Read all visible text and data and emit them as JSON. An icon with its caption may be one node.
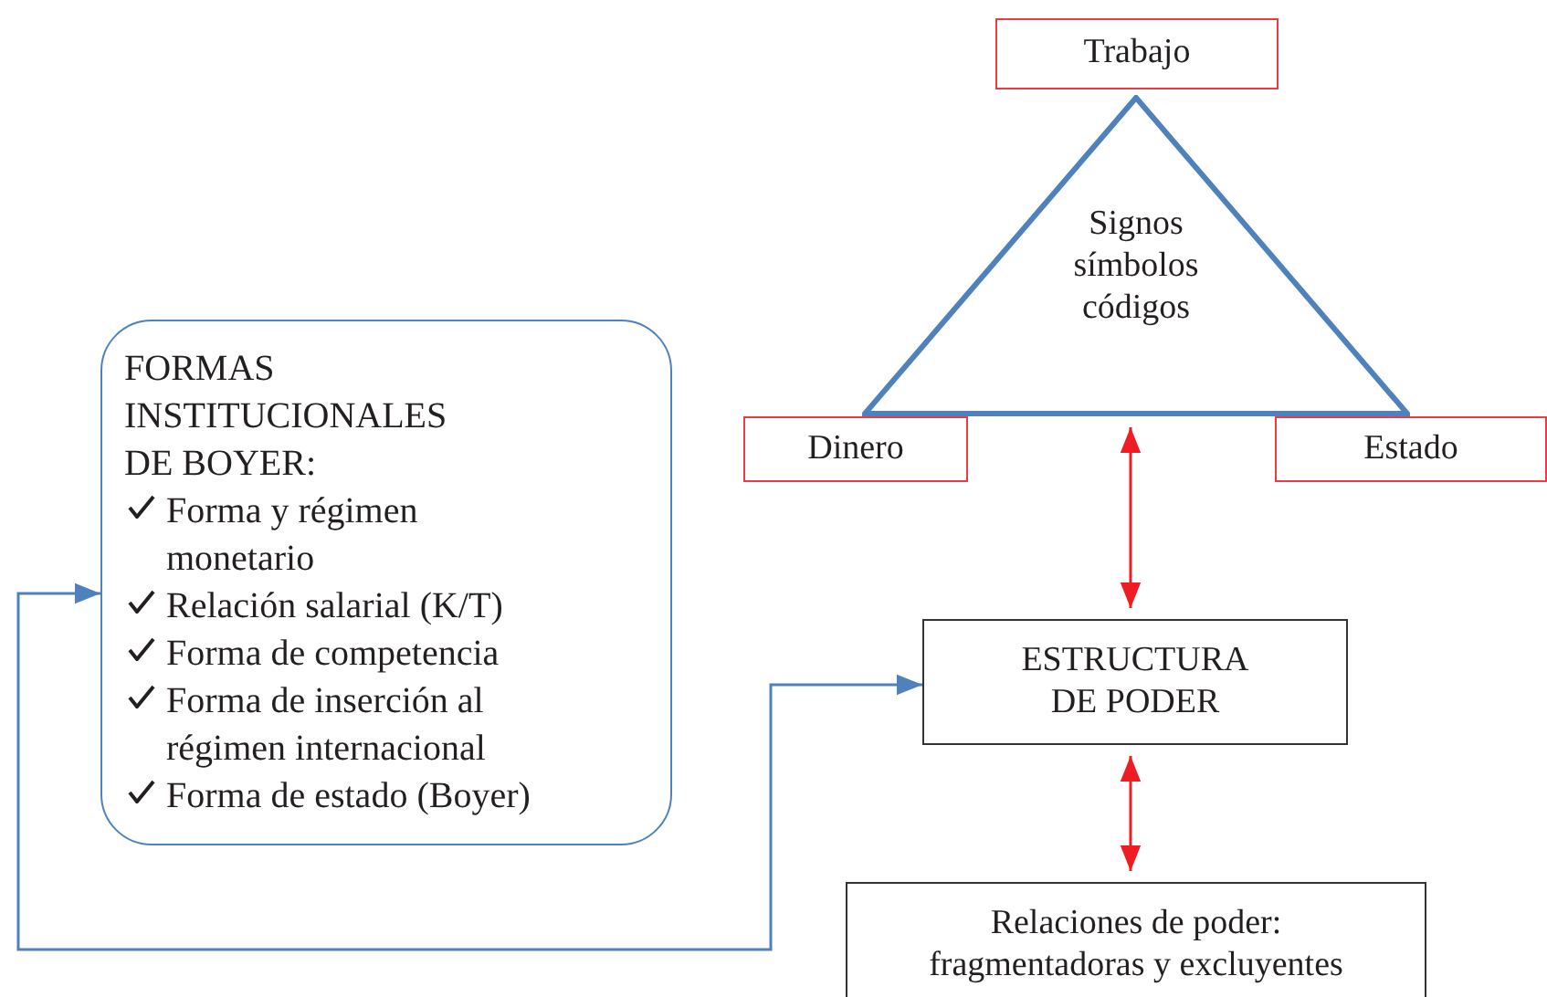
{
  "diagram": {
    "nodes": [
      {
        "text": [
          "Trabajo"
        ]
      },
      {
        "text": [
          "Signos símbolos códigos"
        ]
      },
      {
        "text": [
          "Dinero"
        ]
      },
      {
        "text": [
          "Estado"
        ]
      },
      {
        "text": [
          "FORMAS INSTITUCIONALES DE BOYER:",
          "Forma y régimen monetario",
          "Relación salarial (K/T)",
          "Forma de competencia",
          "Forma de inserción al régimen internacional",
          "Forma de estado (Boyer)"
        ]
      },
      {
        "text": [
          "ESTRUCTURA DE PODER"
        ]
      },
      {
        "text": [
          "Relaciones de poder: fragmentadoras y excluyentes"
        ]
      }
    ],
    "edges": [
      {
        "from": 1,
        "to": 5,
        "arrow": "both",
        "color": "#ee1c25"
      },
      {
        "from": 5,
        "to": 6,
        "arrow": "both",
        "color": "#ee1c25"
      },
      {
        "from": 5,
        "to": 4,
        "arrow": "both",
        "color": "#4f81bd"
      }
    ]
  }
}
